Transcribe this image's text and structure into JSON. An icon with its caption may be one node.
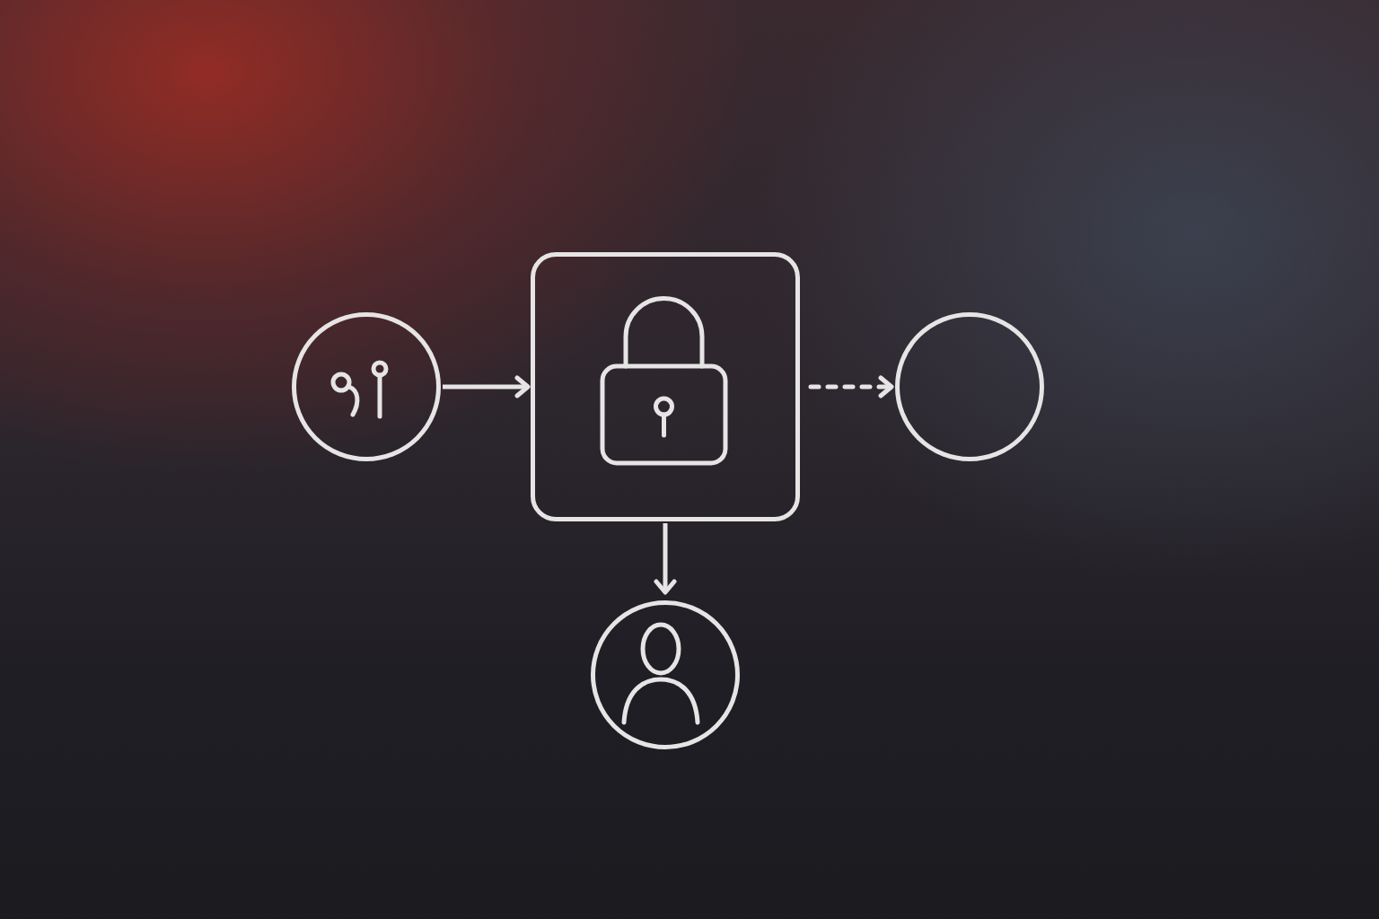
{
  "diagram": {
    "nodes": [
      {
        "text": [],
        "shape": "circle"
      },
      {
        "text": [],
        "shape": "box"
      },
      {
        "text": [],
        "shape": "circle"
      },
      {
        "text": [],
        "shape": "circle"
      }
    ],
    "edges": [
      {
        "from": 0,
        "to": 1,
        "arrow": "to"
      },
      {
        "from": 1,
        "to": 2,
        "arrow": "to",
        "style": "dashed"
      },
      {
        "from": 1,
        "to": 3,
        "arrow": "to"
      }
    ]
  }
}
